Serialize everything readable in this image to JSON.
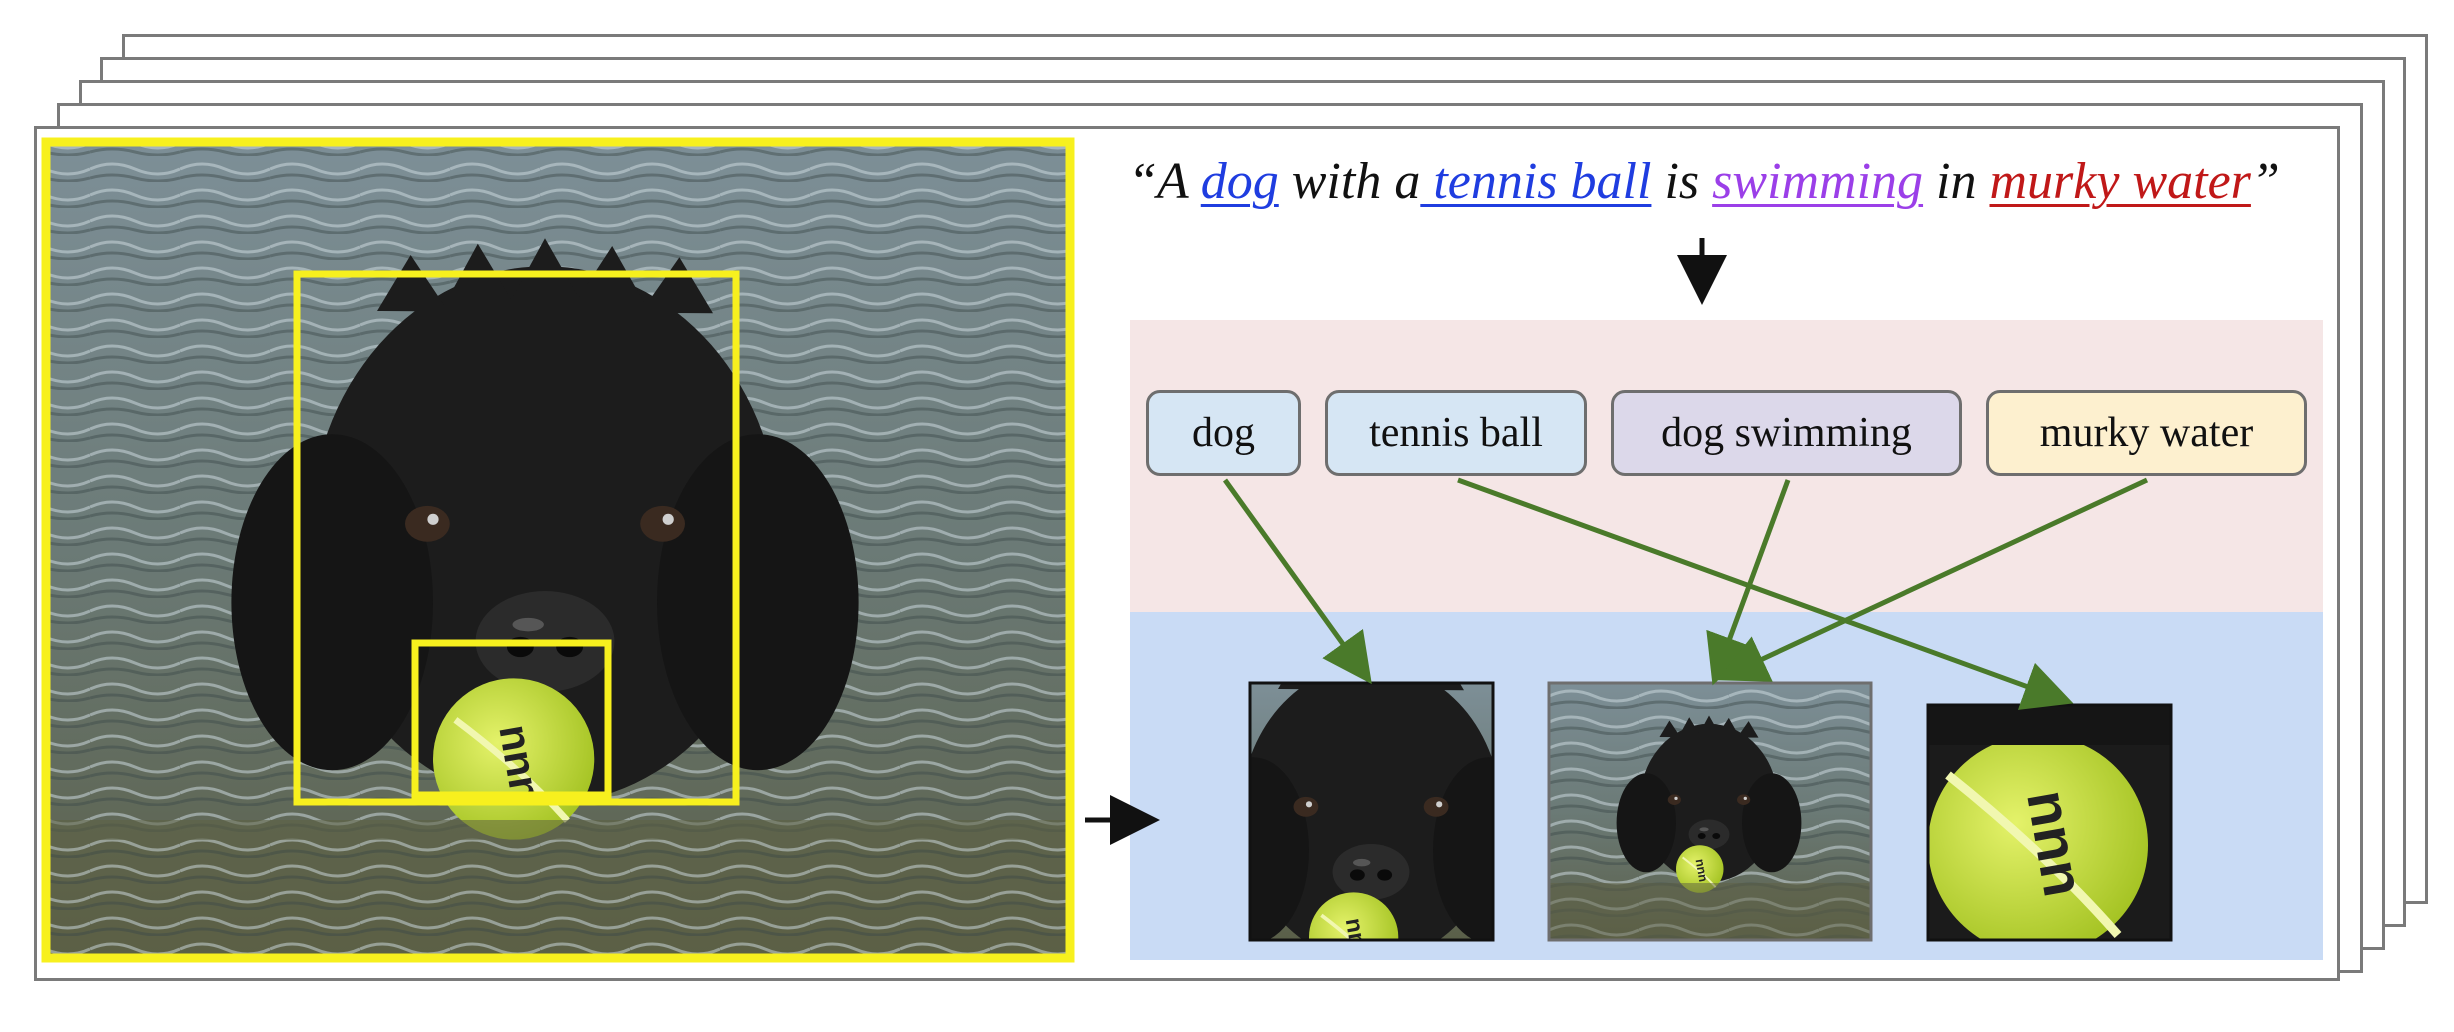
{
  "caption": {
    "open_quote": "“A ",
    "w1": "dog",
    "w2": " with a",
    "w3": " tennis ball",
    "w4": " is ",
    "w5": "swimming",
    "w6": " in ",
    "w7": "murky water",
    "close_quote": "”"
  },
  "phrases": {
    "dog": "dog",
    "tennis_ball": "tennis ball",
    "dog_swimming": "dog swimming",
    "murky_water": "murky water"
  },
  "colors": {
    "dog": "#1f3de0",
    "tennis_ball": "#1f3de0",
    "swimming": "#9b3fe8",
    "murky_water": "#c01818",
    "pill_dog": "#d6e6f4",
    "pill_tennis_ball": "#d6e6f4",
    "pill_dog_swimming": "#dcd8ea",
    "pill_murky_water": "#fdf0cf",
    "phrase_band": "#f5e6e6",
    "region_band": "#c9dbf5",
    "edge": "#4a7a2a",
    "highlight_box": "#f7f01e"
  },
  "regions": [
    "dog-head-crop",
    "dog-swimming-crop",
    "tennis-ball-crop"
  ]
}
